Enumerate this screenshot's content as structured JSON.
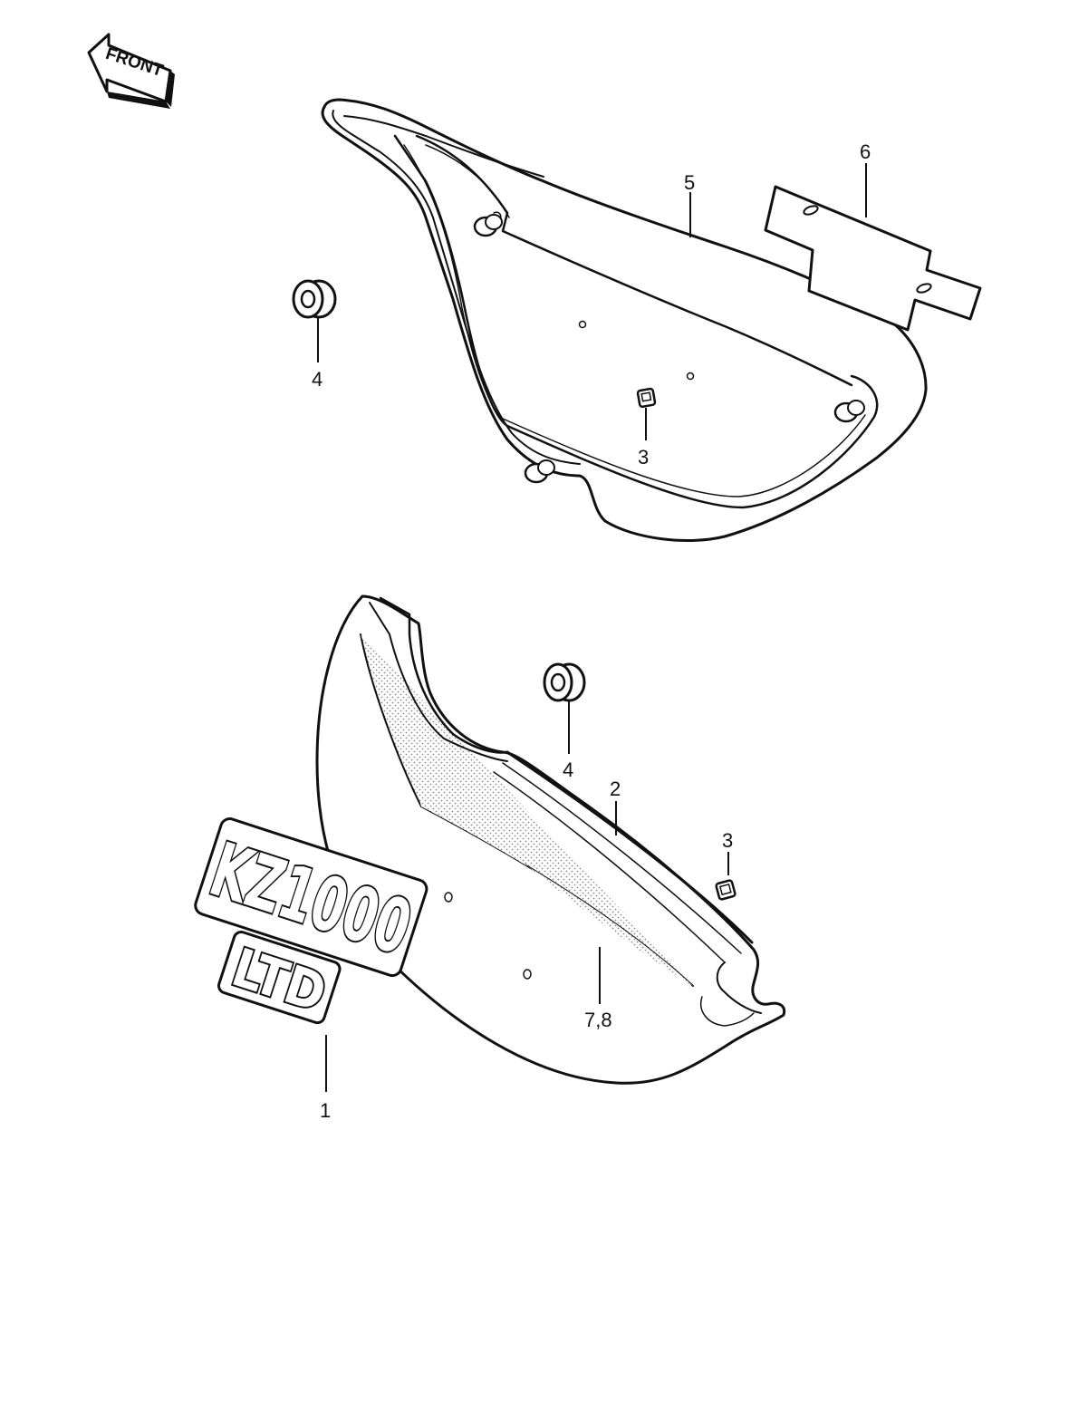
{
  "direction_marker": {
    "label": "FRONT"
  },
  "emblem": {
    "line1": "KZ1000",
    "line2": "LTD"
  },
  "callouts": {
    "c1": "1",
    "c2": "2",
    "c3_upper": "3",
    "c3_lower": "3",
    "c4_upper": "4",
    "c4_lower": "4",
    "c5": "5",
    "c6": "6",
    "c78": "7,8"
  },
  "colors": {
    "line": "#111111",
    "background": "#ffffff",
    "stipple": "#9a9a9a"
  }
}
